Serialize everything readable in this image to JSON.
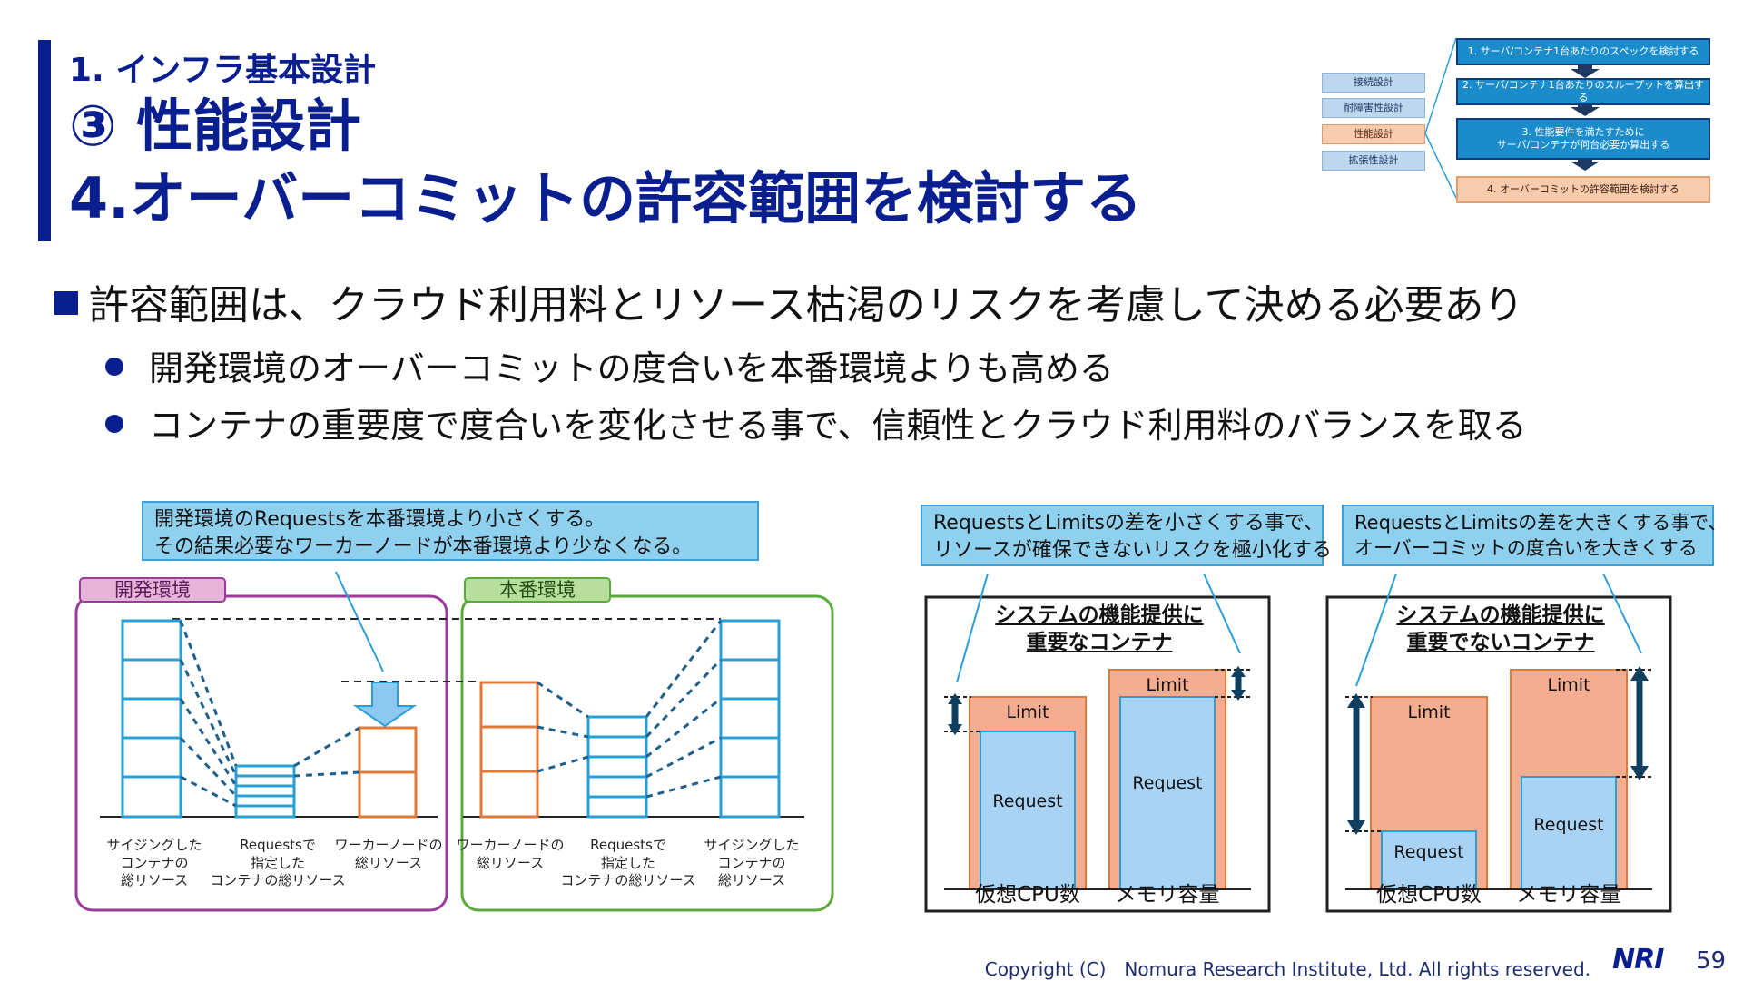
{
  "header": {
    "section": "1. インフラ基本設計",
    "title": "③ 性能設計",
    "subtitle": "4.オーバーコミットの許容範囲を検討する"
  },
  "nav": {
    "items": [
      "接続設計",
      "耐障害性設計",
      "性能設計",
      "拡張性設計"
    ],
    "active_index": 2,
    "steps": [
      "1. サーバ/コンテナ1台あたりのスペックを検討する",
      "2. サーバ/コンテナ1台あたりのスループットを算出する",
      "3. 性能要件を満たすために\nサーバ/コンテナが何台必要か算出する",
      "4. オーバーコミットの許容範囲を検討する"
    ]
  },
  "body": {
    "main_bullet": "許容範囲は、クラウド利用料とリソース枯渇のリスクを考慮して決める必要あり",
    "sub_bullets": [
      "開発環境のオーバーコミットの度合いを本番環境よりも高める",
      "コンテナの重要度で度合いを変化させる事で、信頼性とクラウド利用料のバランスを取る"
    ]
  },
  "left_diagram": {
    "callout": [
      "開発環境のRequestsを本番環境より小さくする。",
      "その結果必要なワーカーノードが本番環境より少なくなる。"
    ],
    "dev_label": "開発環境",
    "prod_label": "本番環境",
    "dev_columns": [
      "サイジングした\nコンテナの\n総リソース",
      "Requestsで\n指定した\nコンテナの総リソース",
      "ワーカーノードの\n総リソース"
    ],
    "prod_columns": [
      "ワーカーノードの\n総リソース",
      "Requestsで\n指定した\nコンテナの総リソース",
      "サイジングした\nコンテナの\n総リソース"
    ]
  },
  "right_diagram": {
    "callout_left": [
      "RequestsとLimitsの差を小さくする事で、",
      "リソースが確保できないリスクを極小化する"
    ],
    "callout_right": [
      "RequestsとLimitsの差を大きくする事で、",
      "オーバーコミットの度合いを大きくする"
    ],
    "box_left_title": [
      "システムの機能提供に",
      "重要なコンテナ"
    ],
    "box_right_title": [
      "システムの機能提供に",
      "重要でないコンテナ"
    ],
    "limit_label": "Limit",
    "request_label": "Request",
    "x_label_cpu": "仮想CPU数",
    "x_label_mem": "メモリ容量"
  },
  "footer": {
    "copyright": "Copyright (C)　Nomura Research Institute, Ltd. All rights reserved.",
    "logo": "NRI",
    "page": "59"
  },
  "colors": {
    "title": "#0a1f8f",
    "dev": "#9b3a9b",
    "prod": "#5aaa3c",
    "blue_stack": "#2a9fd6",
    "orange_stack": "#e07a3a",
    "limit_fill": "#f5ad92",
    "request_fill": "#a9d3f5",
    "callout": "#8fd0ef"
  }
}
